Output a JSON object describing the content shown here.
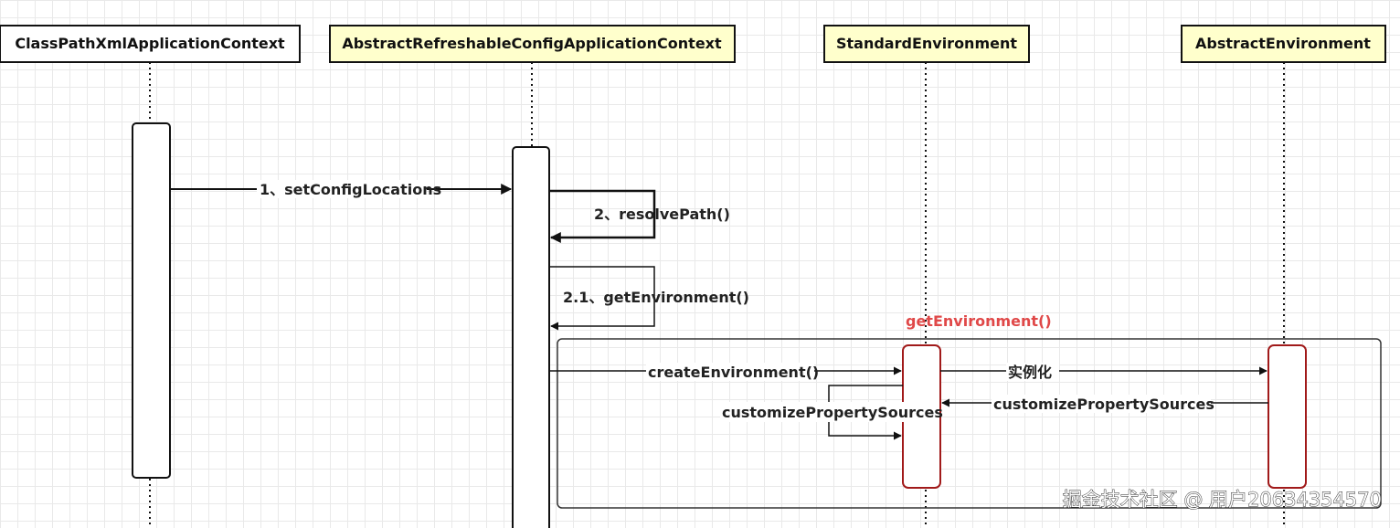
{
  "colors": {
    "participant_plain_fill": "#ffffff",
    "participant_highlight_fill": "#ffffcc",
    "accent_red": "#a11a1a",
    "frame_title": "#e04848",
    "line": "#111111"
  },
  "participants": [
    {
      "name": "ClassPathXmlApplicationContext",
      "style": "plain"
    },
    {
      "name": "AbstractRefreshableConfigApplicationContext",
      "style": "highlight"
    },
    {
      "name": "StandardEnvironment",
      "style": "highlight"
    },
    {
      "name": "AbstractEnvironment",
      "style": "highlight"
    }
  ],
  "messages": [
    {
      "label": "1、setConfigLocations",
      "from": "ClassPathXmlApplicationContext",
      "to": "AbstractRefreshableConfigApplicationContext",
      "kind": "call"
    },
    {
      "label": "2、resolvePath()",
      "from": "AbstractRefreshableConfigApplicationContext",
      "to": "AbstractRefreshableConfigApplicationContext",
      "kind": "self-call"
    },
    {
      "label": "2.1、getEnvironment()",
      "from": "AbstractRefreshableConfigApplicationContext",
      "to": "AbstractRefreshableConfigApplicationContext",
      "kind": "self-call"
    },
    {
      "label": "createEnvironment()",
      "from": "AbstractRefreshableConfigApplicationContext",
      "to": "StandardEnvironment",
      "kind": "call"
    },
    {
      "label": "实例化",
      "from": "StandardEnvironment",
      "to": "AbstractEnvironment",
      "kind": "call"
    },
    {
      "label": "customizePropertySources",
      "from": "AbstractEnvironment",
      "to": "StandardEnvironment",
      "kind": "return"
    },
    {
      "label": "customizePropertySources",
      "from": "StandardEnvironment",
      "to": "StandardEnvironment",
      "kind": "self-call"
    }
  ],
  "frame": {
    "title": "getEnvironment()"
  },
  "watermark": "掘金技术社区 @ 用户20634354570"
}
